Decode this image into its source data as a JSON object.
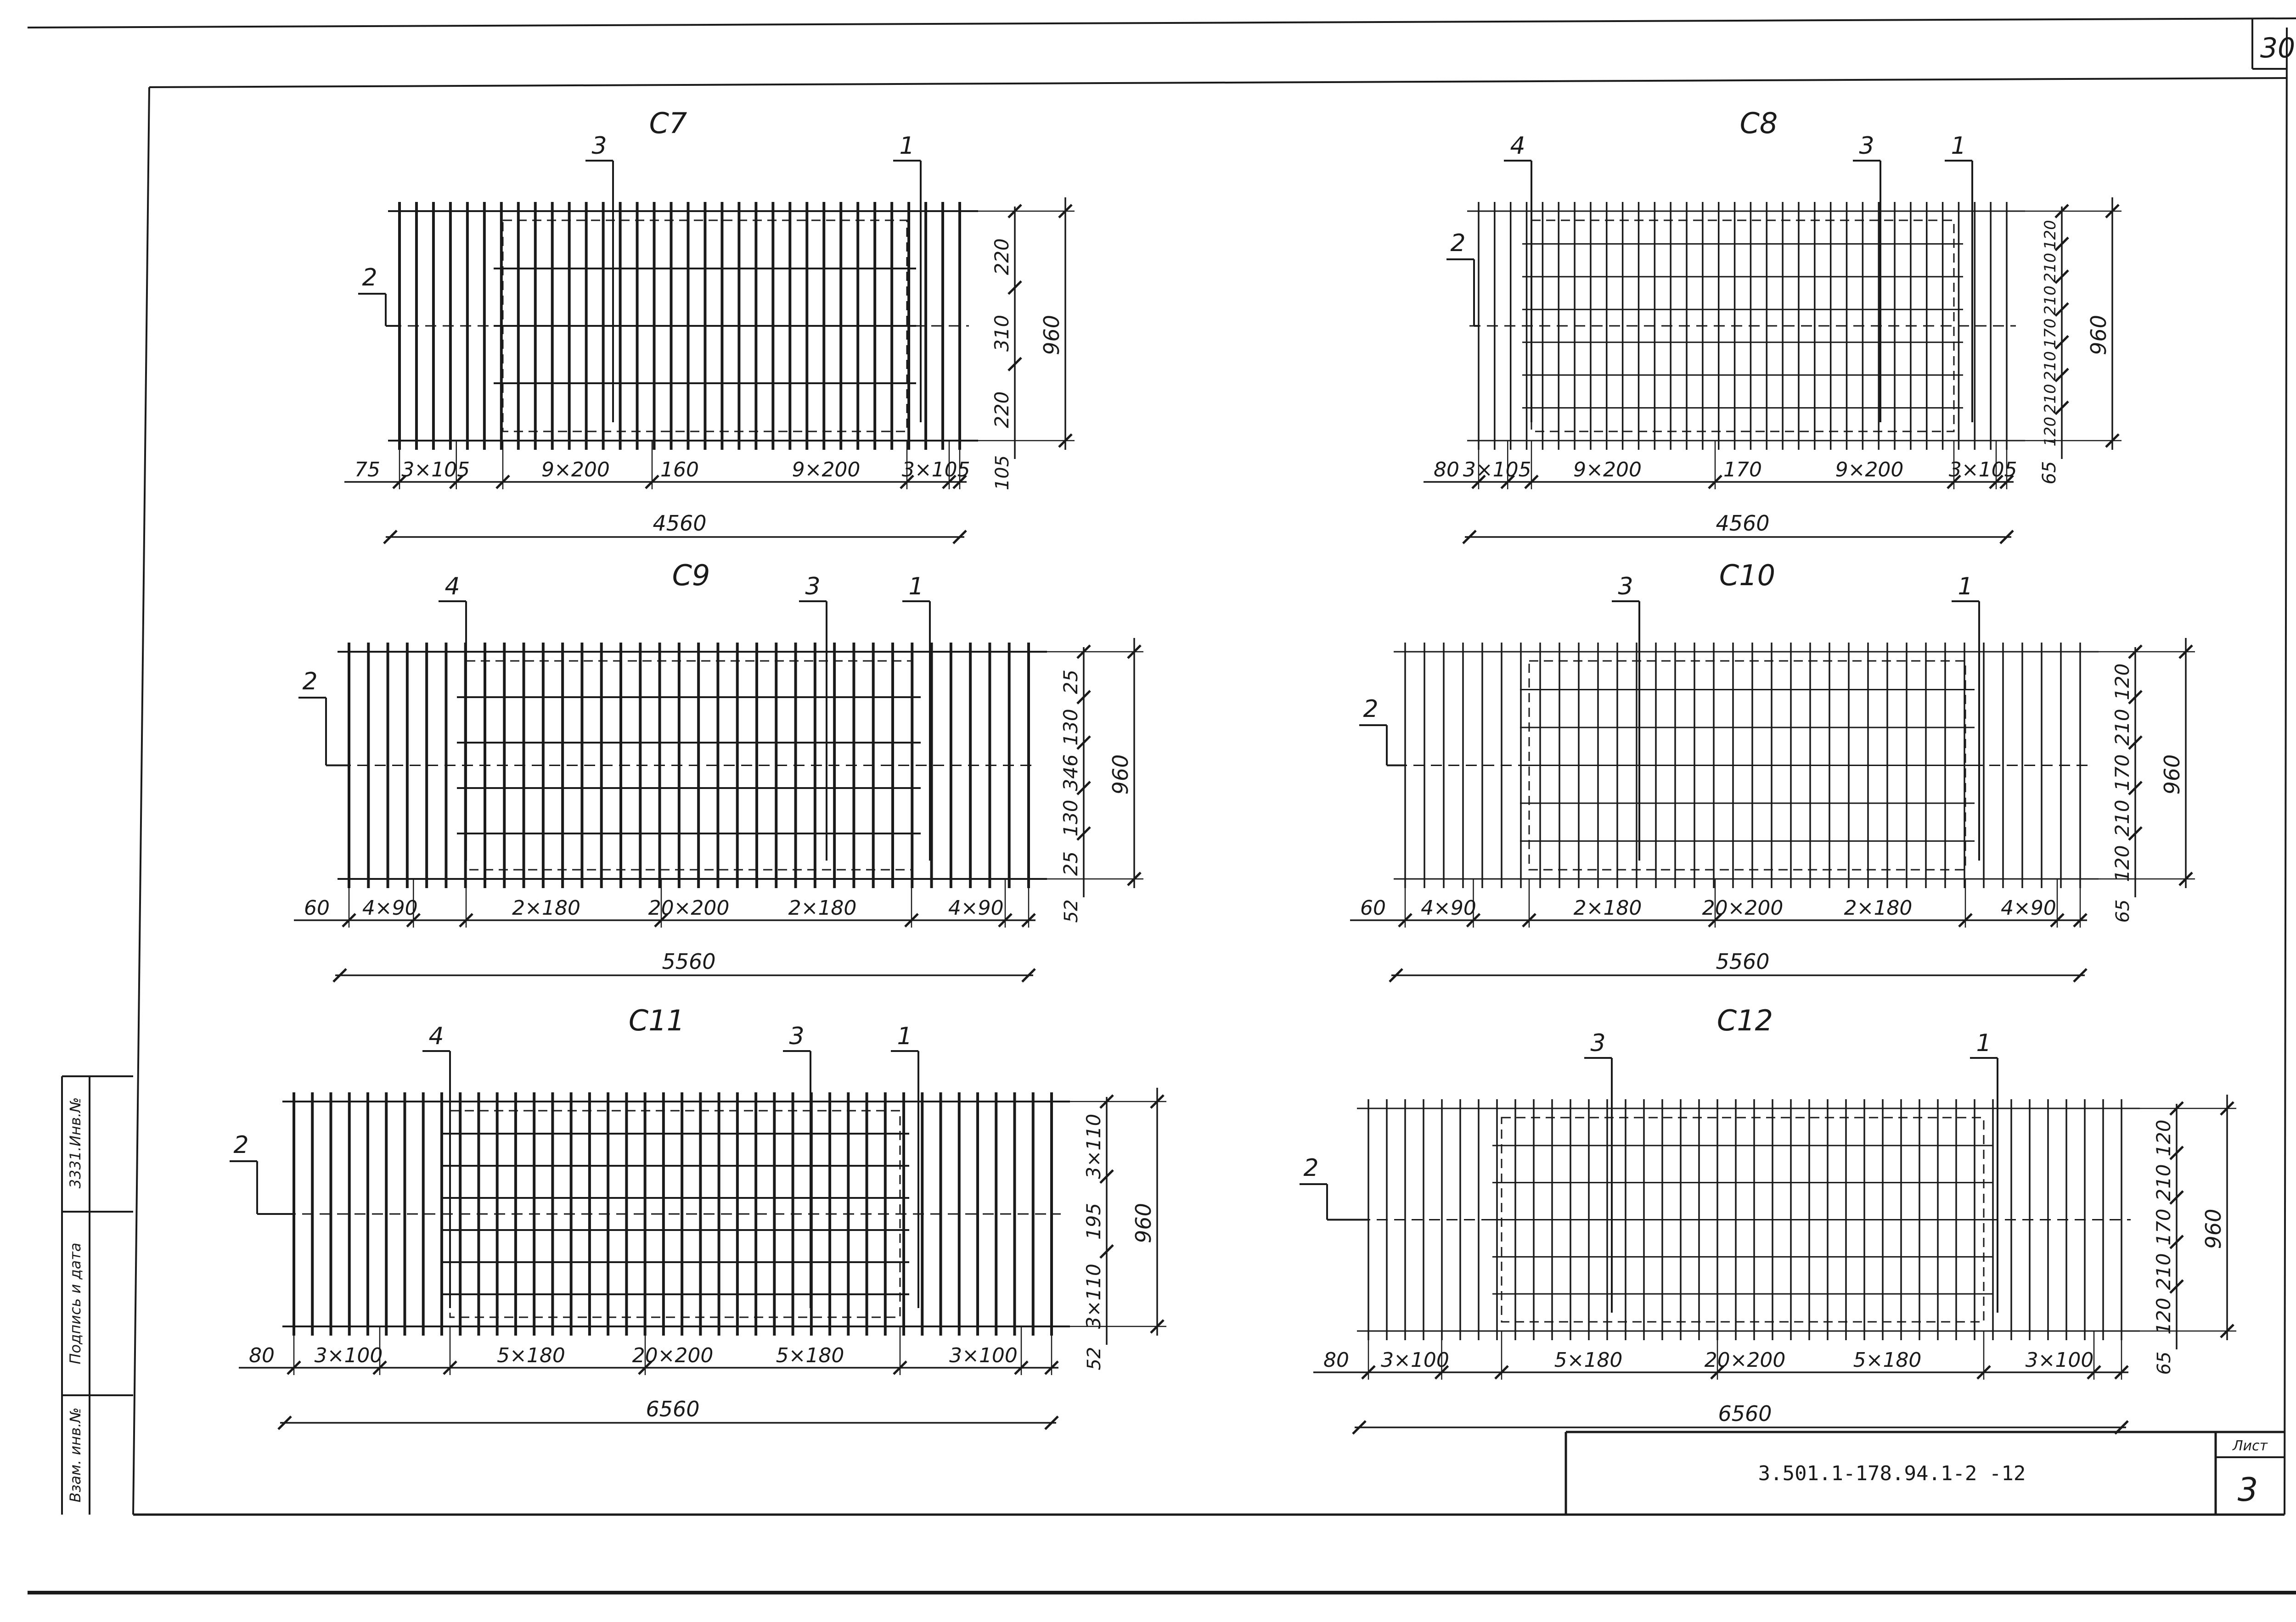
{
  "sheet": {
    "page_number": "30",
    "document_code": "3.501.1-178.94.1-2 -12",
    "stamp_label": "Лист",
    "sheet_number": "3",
    "side_stamp": [
      "3331.Инв.№",
      "Подпись и дата",
      "Взам. инв.№"
    ]
  },
  "panels": [
    {
      "id": "C7",
      "title": "C7",
      "callouts": [
        "3",
        "1",
        "2"
      ],
      "bottom_dims": [
        "75",
        "3×105",
        "9×200",
        "160",
        "9×200",
        "3×105"
      ],
      "total": "4560",
      "right_dims": [
        "220",
        "310",
        "220"
      ],
      "overall": "960",
      "edge": "105"
    },
    {
      "id": "C8",
      "title": "C8",
      "callouts": [
        "4",
        "3",
        "1",
        "2"
      ],
      "bottom_dims": [
        "80",
        "3×105",
        "9×200",
        "170",
        "9×200",
        "3×105"
      ],
      "total": "4560",
      "right_dims": [
        "120",
        "210",
        "210",
        "170",
        "210",
        "210",
        "120"
      ],
      "overall": "960",
      "edge": "65"
    },
    {
      "id": "C9",
      "title": "C9",
      "callouts": [
        "4",
        "3",
        "1",
        "2"
      ],
      "bottom_dims": [
        "60",
        "4×90",
        "2×180",
        "20×200",
        "2×180",
        "4×90"
      ],
      "total": "5560",
      "right_dims": [
        "25",
        "130",
        "346",
        "130",
        "25"
      ],
      "overall": "960",
      "edge": "52"
    },
    {
      "id": "C10",
      "title": "C10",
      "callouts": [
        "3",
        "1",
        "2"
      ],
      "bottom_dims": [
        "60",
        "4×90",
        "2×180",
        "20×200",
        "2×180",
        "4×90"
      ],
      "total": "5560",
      "right_dims": [
        "120",
        "210",
        "170",
        "210",
        "120"
      ],
      "overall": "960",
      "edge": "65"
    },
    {
      "id": "C11",
      "title": "C11",
      "callouts": [
        "4",
        "3",
        "1",
        "2"
      ],
      "bottom_dims": [
        "80",
        "3×100",
        "5×180",
        "20×200",
        "5×180",
        "3×100"
      ],
      "total": "6560",
      "right_dims": [
        "3×110",
        "195",
        "3×110"
      ],
      "overall": "960",
      "edge": "52"
    },
    {
      "id": "C12",
      "title": "C12",
      "callouts": [
        "3",
        "1",
        "2"
      ],
      "bottom_dims": [
        "80",
        "3×100",
        "5×180",
        "20×200",
        "5×180",
        "3×100"
      ],
      "total": "6560",
      "right_dims": [
        "120",
        "210",
        "170",
        "210",
        "120"
      ],
      "overall": "960",
      "edge": "65"
    }
  ]
}
